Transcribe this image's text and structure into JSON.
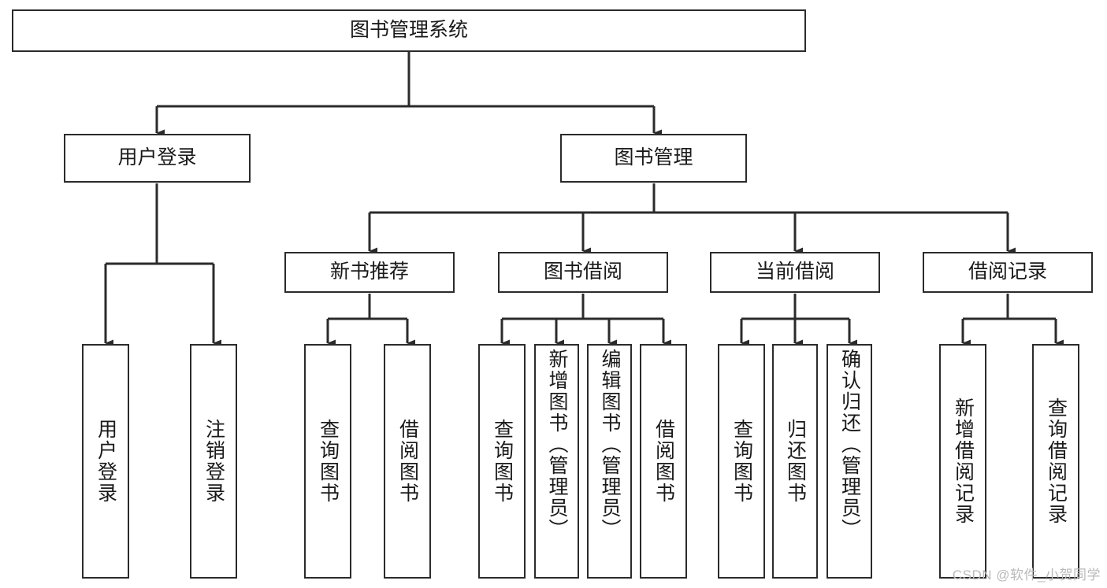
{
  "diagram": {
    "type": "tree",
    "title": "图书管理系统",
    "orientation": "top-down",
    "edge_color": "#2b2b2b",
    "box_border_color": "#2b2b2b",
    "box_fill_color": "#ffffff",
    "text_color": "#1a1a1a"
  },
  "nodes": {
    "root": {
      "label": "图书管理系统",
      "level": 0
    },
    "level1": [
      {
        "id": "user-login",
        "label": "用户登录"
      },
      {
        "id": "book-manage",
        "label": "图书管理"
      }
    ],
    "level2": [
      {
        "id": "new-book-recommend",
        "label": "新书推荐",
        "parent": "book-manage"
      },
      {
        "id": "book-borrow",
        "label": "图书借阅",
        "parent": "book-manage"
      },
      {
        "id": "current-borrow",
        "label": "当前借阅",
        "parent": "book-manage"
      },
      {
        "id": "borrow-record",
        "label": "借阅记录",
        "parent": "book-manage"
      }
    ],
    "leaves": [
      {
        "id": "leaf-user-login",
        "label": "用户登录",
        "parent": "user-login"
      },
      {
        "id": "leaf-logout-login",
        "label": "注销登录",
        "parent": "user-login"
      },
      {
        "id": "leaf-query-book-1",
        "label": "查询图书",
        "parent": "new-book-recommend"
      },
      {
        "id": "leaf-borrow-book-1",
        "label": "借阅图书",
        "parent": "new-book-recommend"
      },
      {
        "id": "leaf-query-book-2",
        "label": "查询图书",
        "parent": "book-borrow"
      },
      {
        "id": "leaf-add-book",
        "label": "新增图书（管理员）",
        "parent": "book-borrow"
      },
      {
        "id": "leaf-edit-book",
        "label": "编辑图书（管理员）",
        "parent": "book-borrow"
      },
      {
        "id": "leaf-borrow-book-2",
        "label": "借阅图书",
        "parent": "book-borrow"
      },
      {
        "id": "leaf-query-book-3",
        "label": "查询图书",
        "parent": "current-borrow"
      },
      {
        "id": "leaf-return-book",
        "label": "归还图书",
        "parent": "current-borrow"
      },
      {
        "id": "leaf-confirm-return",
        "label": "确认归还（管理员）",
        "parent": "current-borrow"
      },
      {
        "id": "leaf-add-record",
        "label": "新增借阅记录",
        "parent": "borrow-record"
      },
      {
        "id": "leaf-query-record",
        "label": "查询借阅记录",
        "parent": "borrow-record"
      }
    ]
  },
  "watermark": {
    "text": "CSDN @软件_小贺同学"
  }
}
